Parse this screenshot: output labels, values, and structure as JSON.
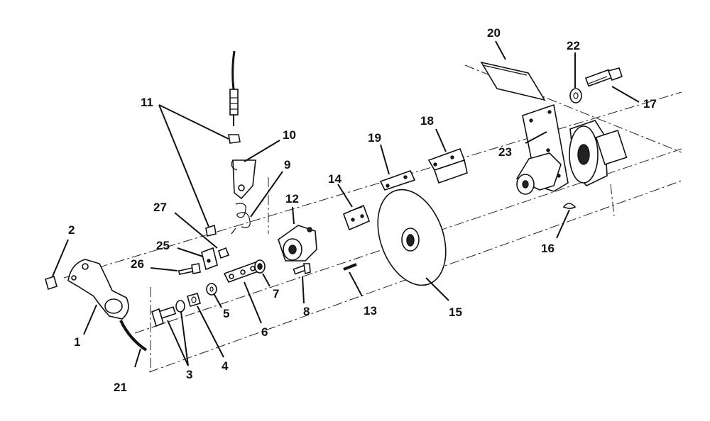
{
  "callouts": [
    {
      "id": "1",
      "label": "1"
    },
    {
      "id": "2",
      "label": "2"
    },
    {
      "id": "3",
      "label": "3"
    },
    {
      "id": "4",
      "label": "4"
    },
    {
      "id": "5",
      "label": "5"
    },
    {
      "id": "6",
      "label": "6"
    },
    {
      "id": "7",
      "label": "7"
    },
    {
      "id": "8",
      "label": "8"
    },
    {
      "id": "9",
      "label": "9"
    },
    {
      "id": "10",
      "label": "10"
    },
    {
      "id": "11",
      "label": "11"
    },
    {
      "id": "12",
      "label": "12"
    },
    {
      "id": "13",
      "label": "13"
    },
    {
      "id": "14",
      "label": "14"
    },
    {
      "id": "15",
      "label": "15"
    },
    {
      "id": "16",
      "label": "16"
    },
    {
      "id": "17",
      "label": "17"
    },
    {
      "id": "18",
      "label": "18"
    },
    {
      "id": "19",
      "label": "19"
    },
    {
      "id": "20",
      "label": "20"
    },
    {
      "id": "21",
      "label": "21"
    },
    {
      "id": "22",
      "label": "22"
    },
    {
      "id": "23",
      "label": "23"
    },
    {
      "id": "25",
      "label": "25"
    },
    {
      "id": "26",
      "label": "26"
    },
    {
      "id": "27",
      "label": "27"
    }
  ]
}
